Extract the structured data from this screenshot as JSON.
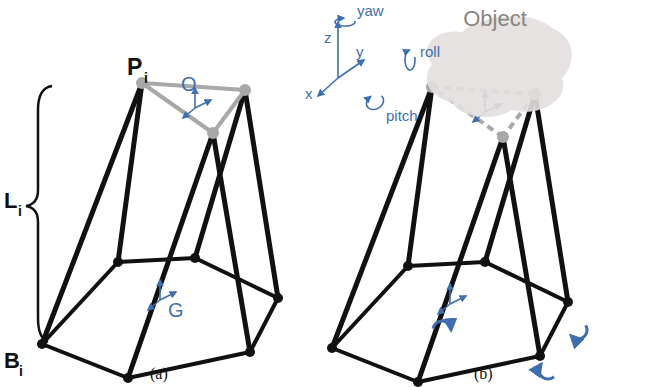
{
  "diagram": {
    "nodes": [
      {
        "text": [
          "Object"
        ]
      }
    ],
    "labels": [
      "P",
      "i",
      "O",
      "L",
      "i",
      "B",
      "i",
      "G",
      "yaw",
      "z",
      "y",
      "roll",
      "x",
      "pitch",
      "(a)",
      "(b)"
    ]
  }
}
